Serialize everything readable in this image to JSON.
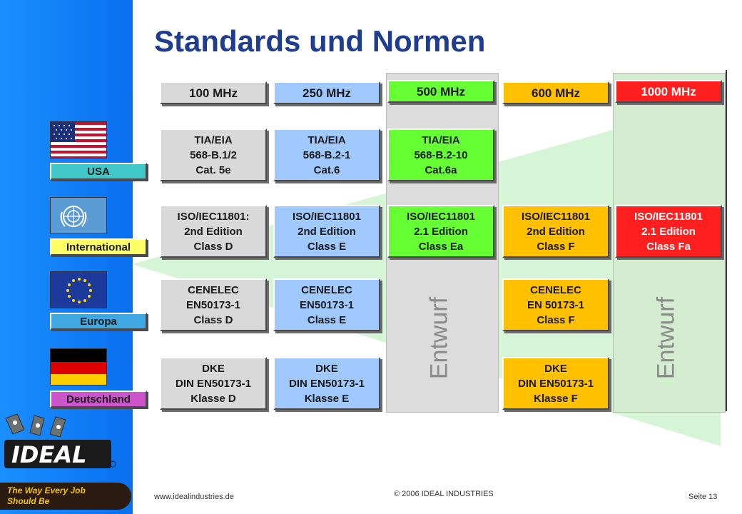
{
  "title": "Standards und Normen",
  "colors": {
    "sidebar": "#1a8fff",
    "title": "#1e3d8f",
    "gray": "#d9d9d9",
    "blue": "#9fc9ff",
    "green": "#66ff33",
    "yellow": "#ffc000",
    "red": "#ff1f1f",
    "region_label": "#40c8c8",
    "deutschland_label": "#cc55cc"
  },
  "headers": [
    "100 MHz",
    "250 MHz",
    "500 MHz",
    "600 MHz",
    "1000 MHz"
  ],
  "regions": [
    {
      "label": "USA",
      "flag": "usa-flag-icon"
    },
    {
      "label": "International",
      "flag": "un-flag-icon"
    },
    {
      "label": "Europa",
      "flag": "eu-flag-icon"
    },
    {
      "label": "Deutschland",
      "flag": "germany-flag-icon"
    }
  ],
  "rows": {
    "usa": [
      "TIA/EIA\n568-B.1/2\nCat. 5e",
      "TIA/EIA\n568-B.2-1\nCat.6",
      "TIA/EIA\n568-B.2-10\nCat.6a"
    ],
    "international": [
      "ISO/IEC11801:\n2nd Edition\nClass D",
      "ISO/IEC11801\n2nd Edition\nClass E",
      "ISO/IEC11801\n2.1 Edition\nClass Ea",
      "ISO/IEC11801\n2nd Edition\nClass F",
      "ISO/IEC11801\n2.1 Edition\nClass Fa"
    ],
    "europa": [
      "CENELEC\nEN50173-1\nClass D",
      "CENELEC\nEN50173-1\nClass E",
      "CENELEC\nEN 50173-1\nClass F"
    ],
    "deutschland": [
      "DKE\nDIN EN50173-1\nKlasse D",
      "DKE\nDIN EN50173-1\nKlasse E",
      "DKE\nDIN EN50173-1\nKlasse F"
    ]
  },
  "draft_label": "Entwurf",
  "logo": {
    "brand": "IDEAL",
    "tagline": "The Way Every Job\nShould Be"
  },
  "footer": {
    "url": "www.idealindustries.de",
    "copyright": "© 2006 IDEAL INDUSTRIES",
    "page": "Seite 13"
  }
}
